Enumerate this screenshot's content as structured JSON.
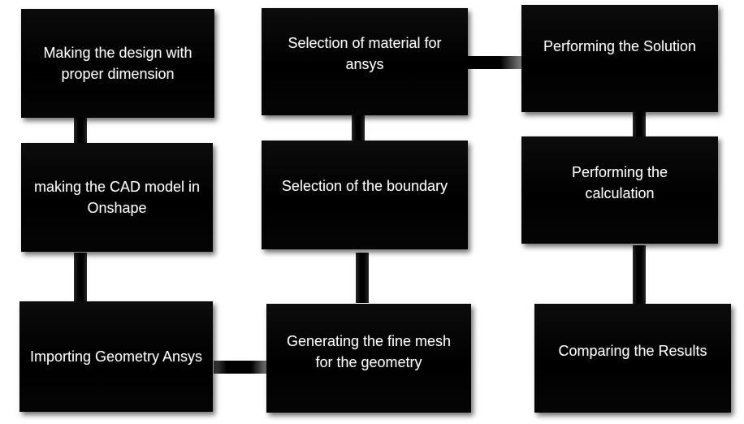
{
  "steps": [
    {
      "id": "design",
      "label": "Making the design with proper dimension"
    },
    {
      "id": "cad",
      "label": "making the CAD model in Onshape"
    },
    {
      "id": "import",
      "label": "Importing Geometry Ansys"
    },
    {
      "id": "material",
      "label": "Selection of material for ansys"
    },
    {
      "id": "boundary",
      "label": "Selection of the boundary"
    },
    {
      "id": "mesh",
      "label": "Generating the fine mesh for the geometry"
    },
    {
      "id": "solution",
      "label": "Performing the Solution"
    },
    {
      "id": "calculation",
      "label": "Performing the calculation"
    },
    {
      "id": "results",
      "label": "Comparing the Results"
    }
  ]
}
